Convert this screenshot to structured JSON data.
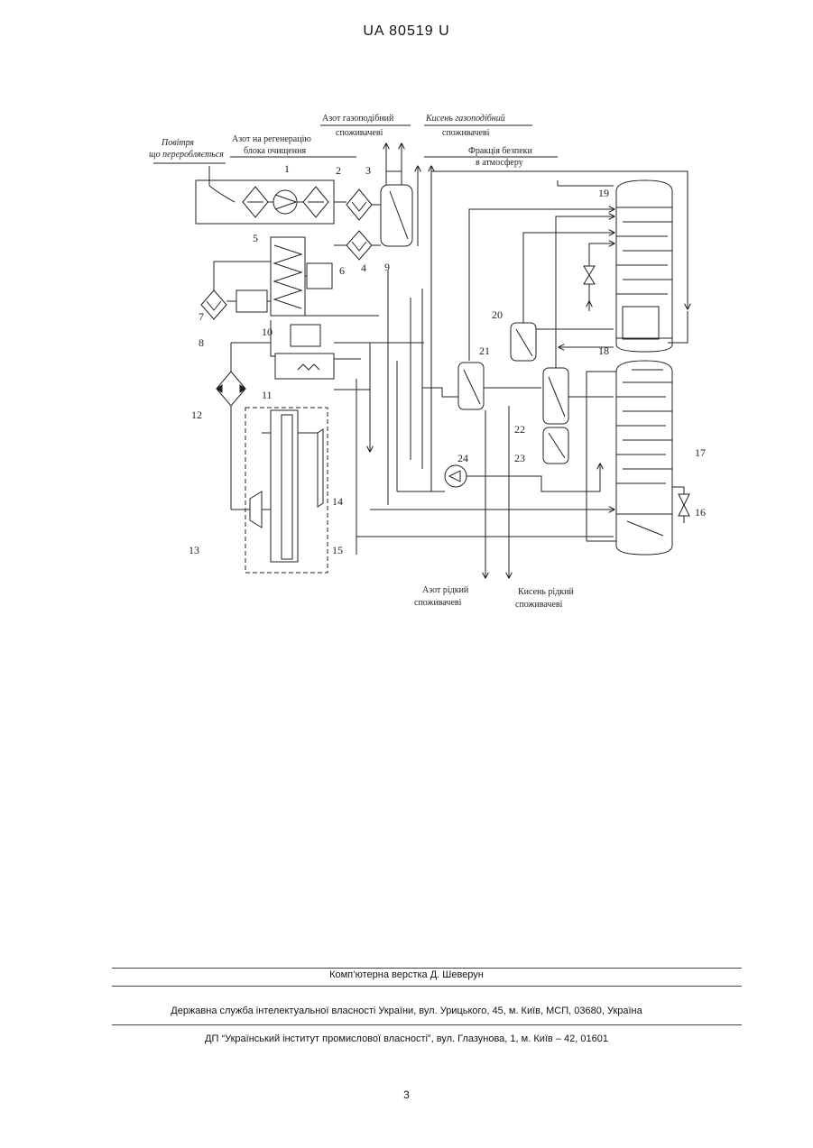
{
  "header": {
    "code": "UA   80519   U"
  },
  "figure": {
    "labels": {
      "air": [
        "Повітря",
        "що переробляється"
      ],
      "nitrogen_regen": [
        "Азот на регенерацію",
        "блока очищення"
      ],
      "nitrogen_gas": [
        "Азот газоподібний",
        "споживачеві"
      ],
      "oxygen_gas": [
        "Кисень газоподібний",
        "споживачеві"
      ],
      "safety": [
        "Фракція безпеки",
        "в атмосферу"
      ],
      "nitrogen_liquid": [
        "Азот рідкий",
        "споживачеві"
      ],
      "oxygen_liquid": [
        "Кисень рідкий",
        "споживачеві"
      ]
    },
    "numbers": [
      "1",
      "2",
      "3",
      "4",
      "5",
      "6",
      "7",
      "8",
      "9",
      "10",
      "11",
      "12",
      "13",
      "14",
      "15",
      "16",
      "17",
      "18",
      "19",
      "20",
      "21",
      "22",
      "23",
      "24"
    ]
  },
  "footer": {
    "layout_by": "Комп’ютерна верстка Д. Шеверун",
    "service": "Державна служба інтелектуальної власності України, вул. Урицького, 45, м. Київ, МСП, 03680, Україна",
    "institute": "ДП “Український інститут промислової власності”, вул. Глазунова, 1, м. Київ – 42, 01601",
    "page": "3"
  }
}
